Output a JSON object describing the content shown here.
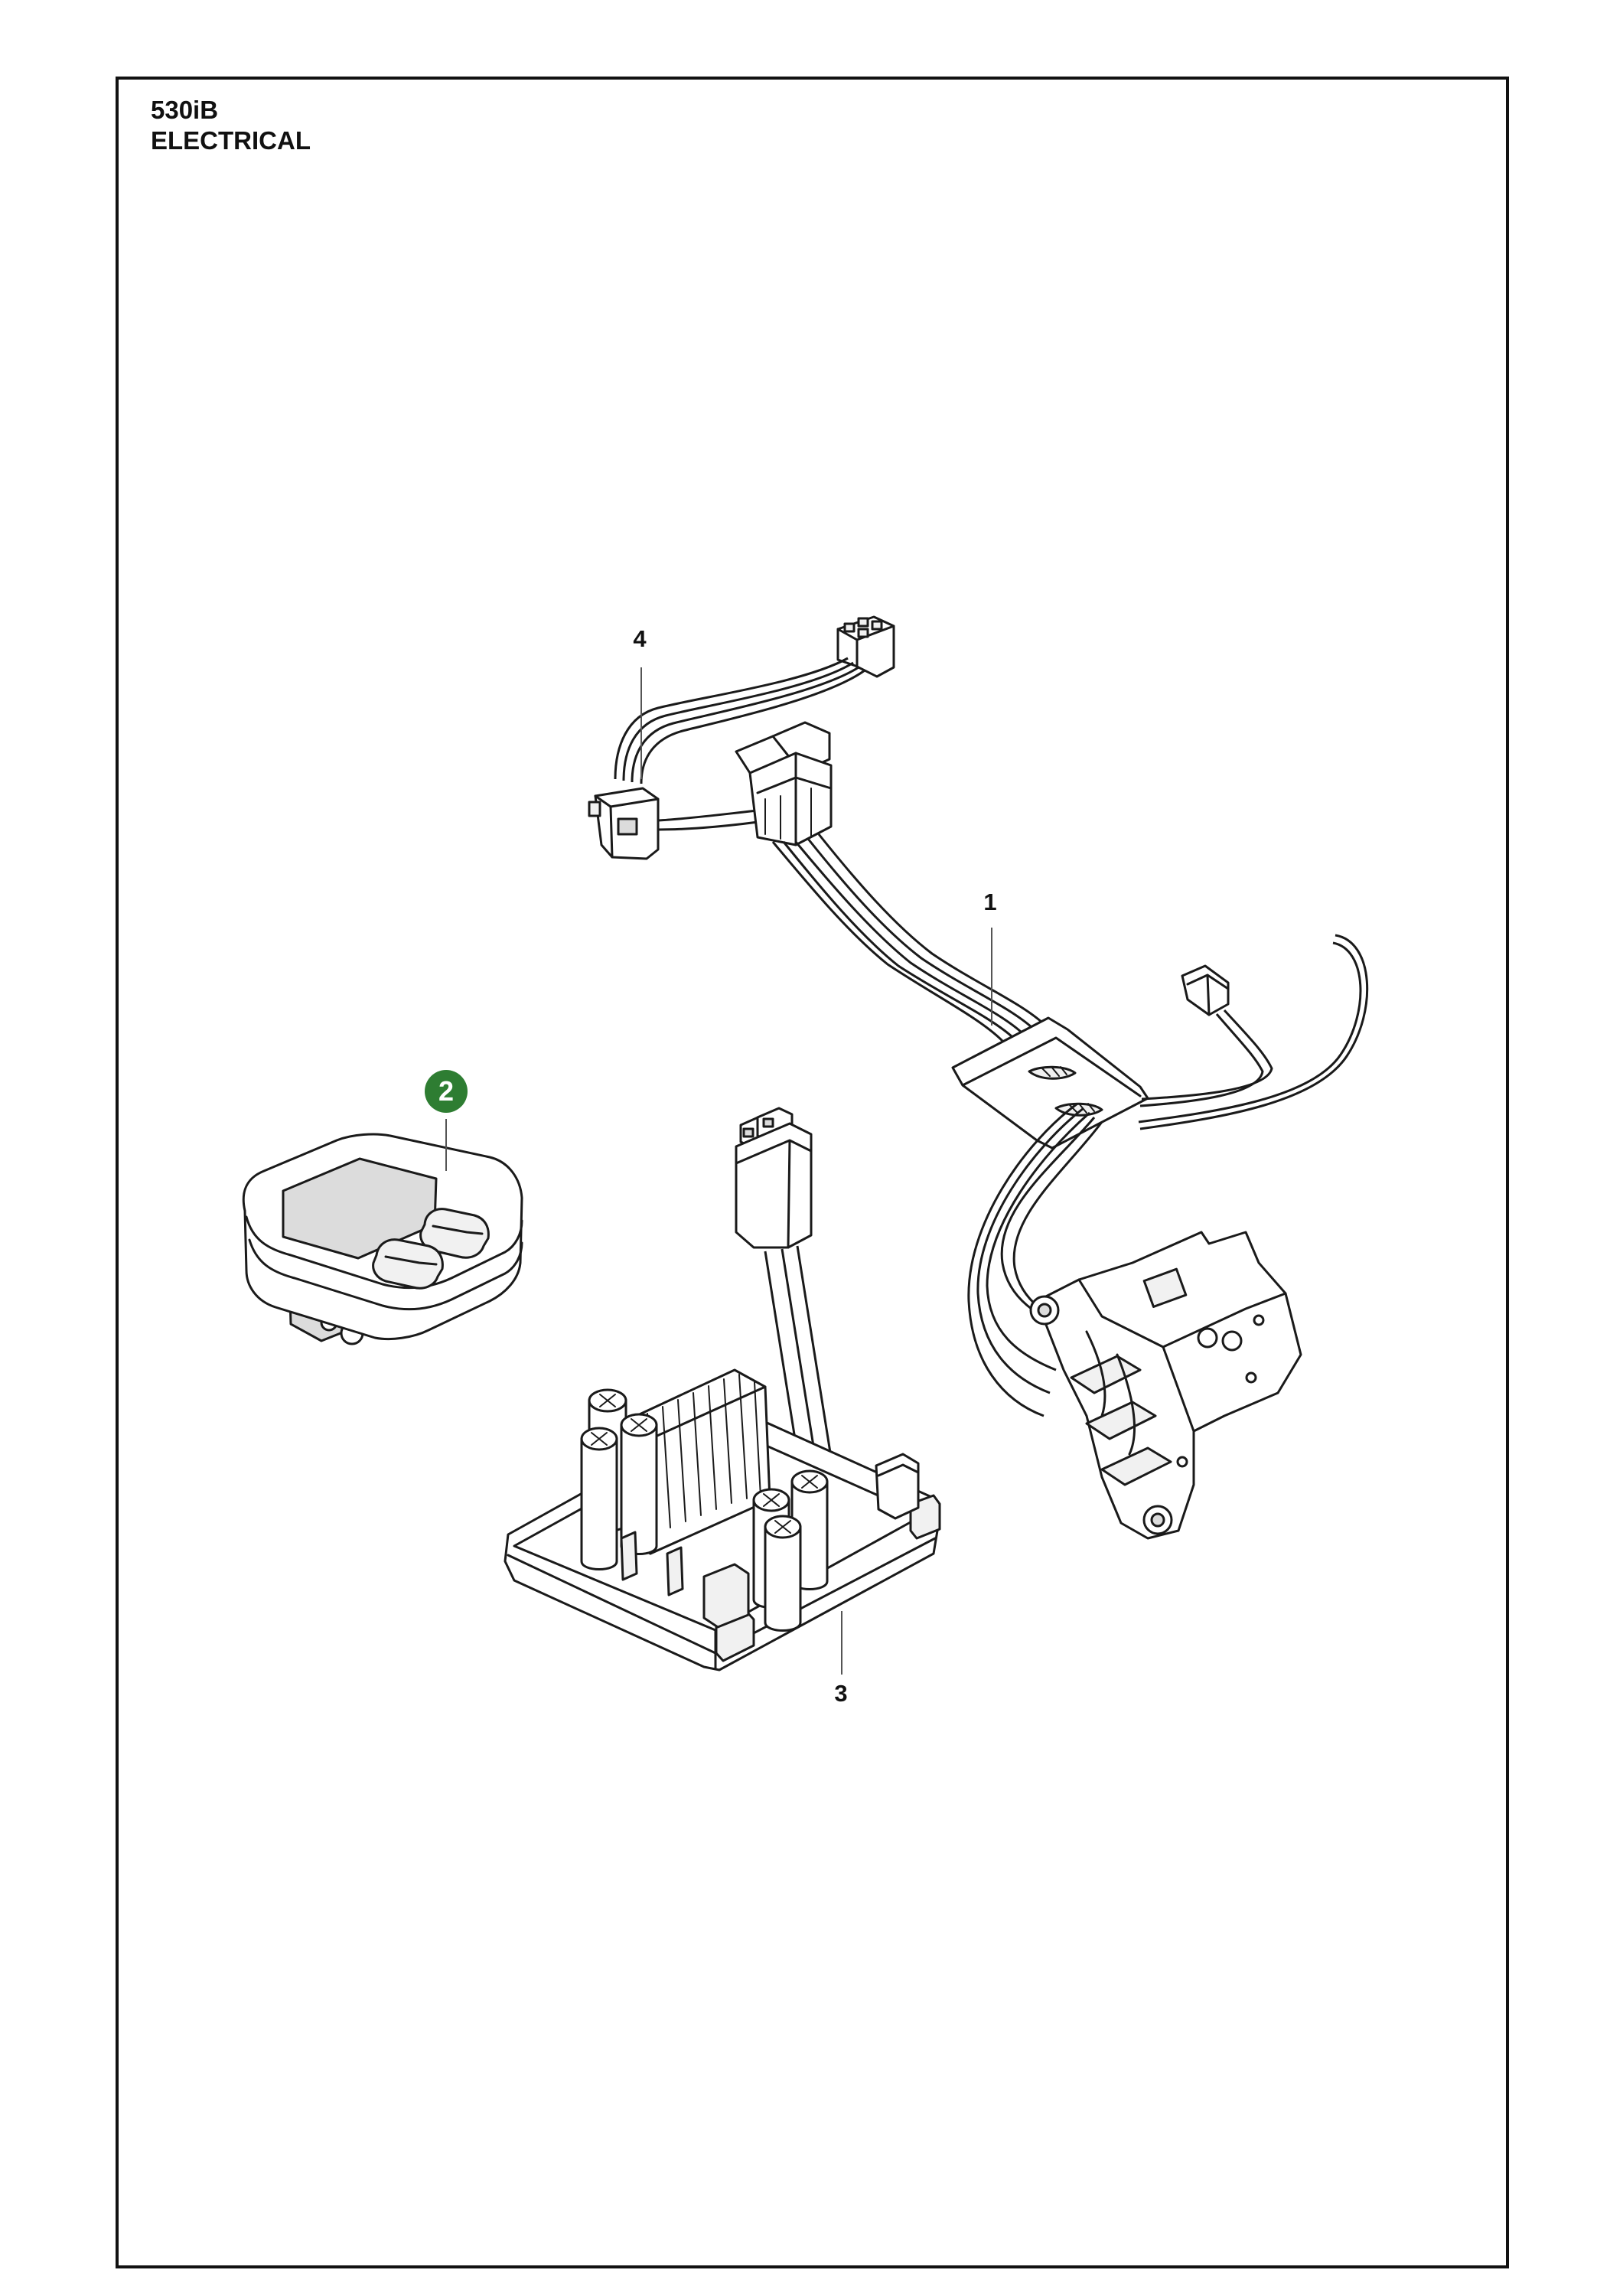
{
  "header": {
    "model": "530iB",
    "section": "ELECTRICAL"
  },
  "callouts": [
    {
      "label": "1"
    },
    {
      "label": "2",
      "highlighted": true
    },
    {
      "label": "3"
    },
    {
      "label": "4"
    }
  ],
  "colors": {
    "highlight_badge": "#2e7d32",
    "line_art": "#1a1a1a"
  }
}
